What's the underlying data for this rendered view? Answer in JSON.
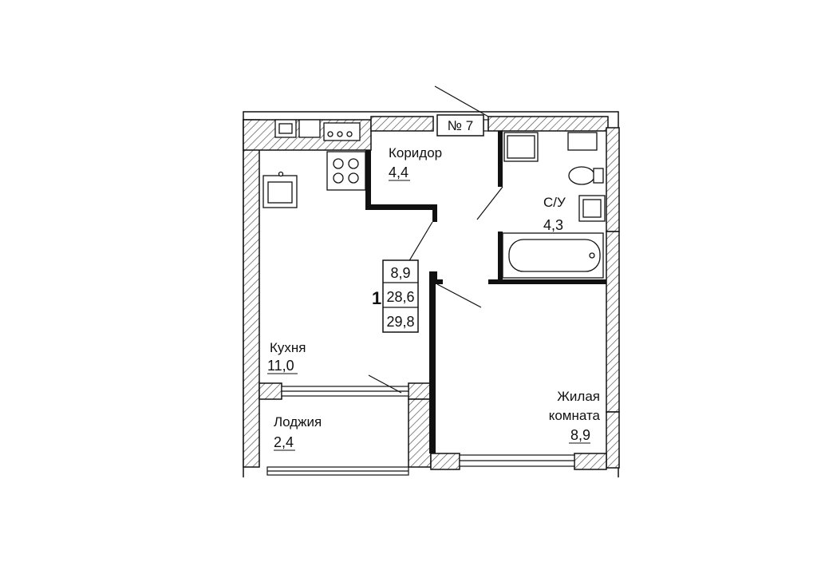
{
  "apartment": {
    "number_label": "№ 7",
    "rooms_count": "1",
    "area_living": "8,9",
    "area_main": "28,6",
    "area_total": "29,8"
  },
  "rooms": {
    "corridor": {
      "name": "Коридор",
      "area": "4,4"
    },
    "bathroom": {
      "name": "С/У",
      "area": "4,3"
    },
    "kitchen": {
      "name": "Кухня",
      "area": "11,0"
    },
    "loggia": {
      "name": "Лоджия",
      "area": "2,4"
    },
    "living": {
      "name_line1": "Жилая",
      "name_line2": "комната",
      "area": "8,9"
    }
  },
  "colors": {
    "wall": "#111111",
    "hatch": "#555555",
    "background": "#ffffff"
  }
}
